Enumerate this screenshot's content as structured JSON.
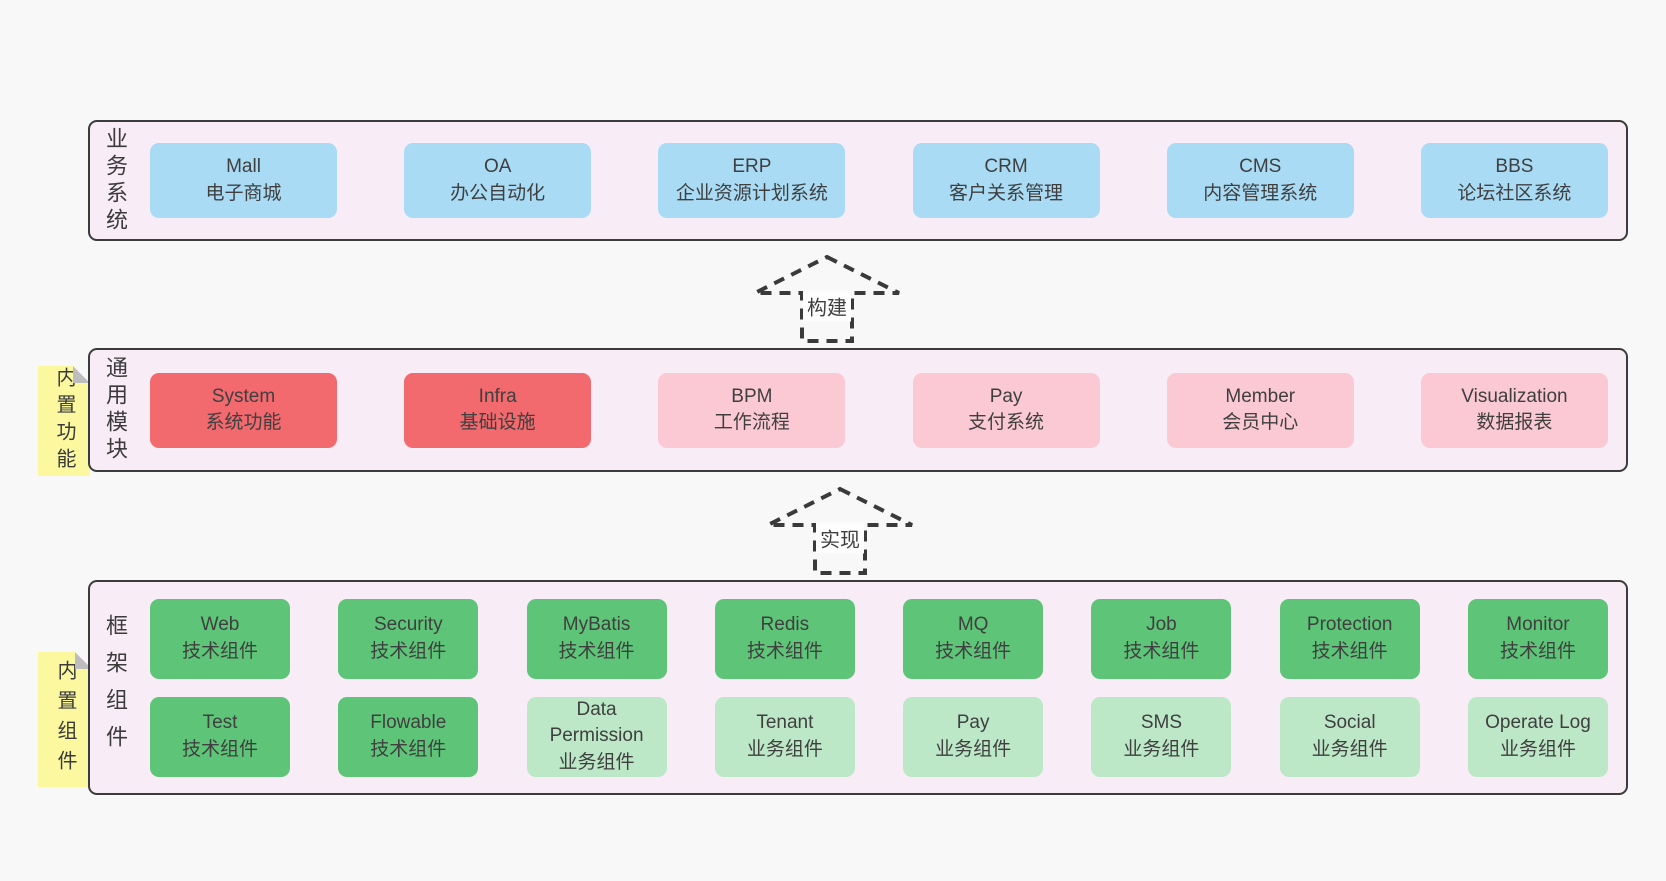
{
  "palette": {
    "page_bg": "#f8f8f8",
    "container_bg": "#f8edf6",
    "container_border": "#3c3c3c",
    "text": "#3f3f3f",
    "blue": "#a9dbf5",
    "red": "#f2696e",
    "pink": "#fbc9d3",
    "green": "#5ec578",
    "light_green": "#bde8c7",
    "yellow_note": "#fbf8a0",
    "fold": "#bdbdbd",
    "arrow": "#3a3a3a",
    "label_bg": "#fdfdfd"
  },
  "arrows": [
    {
      "label": "构建"
    },
    {
      "label": "实现"
    }
  ],
  "sections": {
    "business": {
      "label": "业务系统",
      "boxes": [
        {
          "title": "Mall",
          "subtitle": "电子商城",
          "variant": "blue"
        },
        {
          "title": "OA",
          "subtitle": "办公自动化",
          "variant": "blue"
        },
        {
          "title": "ERP",
          "subtitle": "企业资源计划系统",
          "variant": "blue"
        },
        {
          "title": "CRM",
          "subtitle": "客户关系管理",
          "variant": "blue"
        },
        {
          "title": "CMS",
          "subtitle": "内容管理系统",
          "variant": "blue"
        },
        {
          "title": "BBS",
          "subtitle": "论坛社区系统",
          "variant": "blue"
        }
      ]
    },
    "modules": {
      "note": "内置功能",
      "label": "通用模块",
      "boxes": [
        {
          "title": "System",
          "subtitle": "系统功能",
          "variant": "red"
        },
        {
          "title": "Infra",
          "subtitle": "基础设施",
          "variant": "red"
        },
        {
          "title": "BPM",
          "subtitle": "工作流程",
          "variant": "pink"
        },
        {
          "title": "Pay",
          "subtitle": "支付系统",
          "variant": "pink"
        },
        {
          "title": "Member",
          "subtitle": "会员中心",
          "variant": "pink"
        },
        {
          "title": "Visualization",
          "subtitle": "数据报表",
          "variant": "pink"
        }
      ]
    },
    "components": {
      "note": "内置组件",
      "label": "框架组件",
      "rows": [
        [
          {
            "title": "Web",
            "subtitle": "技术组件",
            "variant": "green"
          },
          {
            "title": "Security",
            "subtitle": "技术组件",
            "variant": "green"
          },
          {
            "title": "MyBatis",
            "subtitle": "技术组件",
            "variant": "green"
          },
          {
            "title": "Redis",
            "subtitle": "技术组件",
            "variant": "green"
          },
          {
            "title": "MQ",
            "subtitle": "技术组件",
            "variant": "green"
          },
          {
            "title": "Job",
            "subtitle": "技术组件",
            "variant": "green"
          },
          {
            "title": "Protection",
            "subtitle": "技术组件",
            "variant": "green"
          },
          {
            "title": "Monitor",
            "subtitle": "技术组件",
            "variant": "green"
          }
        ],
        [
          {
            "title": "Test",
            "subtitle": "技术组件",
            "variant": "green"
          },
          {
            "title": "Flowable",
            "subtitle": "技术组件",
            "variant": "green"
          },
          {
            "title": "Data Permission",
            "subtitle": "业务组件",
            "variant": "lightgreen"
          },
          {
            "title": "Tenant",
            "subtitle": "业务组件",
            "variant": "lightgreen"
          },
          {
            "title": "Pay",
            "subtitle": "业务组件",
            "variant": "lightgreen"
          },
          {
            "title": "SMS",
            "subtitle": "业务组件",
            "variant": "lightgreen"
          },
          {
            "title": "Social",
            "subtitle": "业务组件",
            "variant": "lightgreen"
          },
          {
            "title": "Operate Log",
            "subtitle": "业务组件",
            "variant": "lightgreen"
          }
        ]
      ]
    }
  }
}
